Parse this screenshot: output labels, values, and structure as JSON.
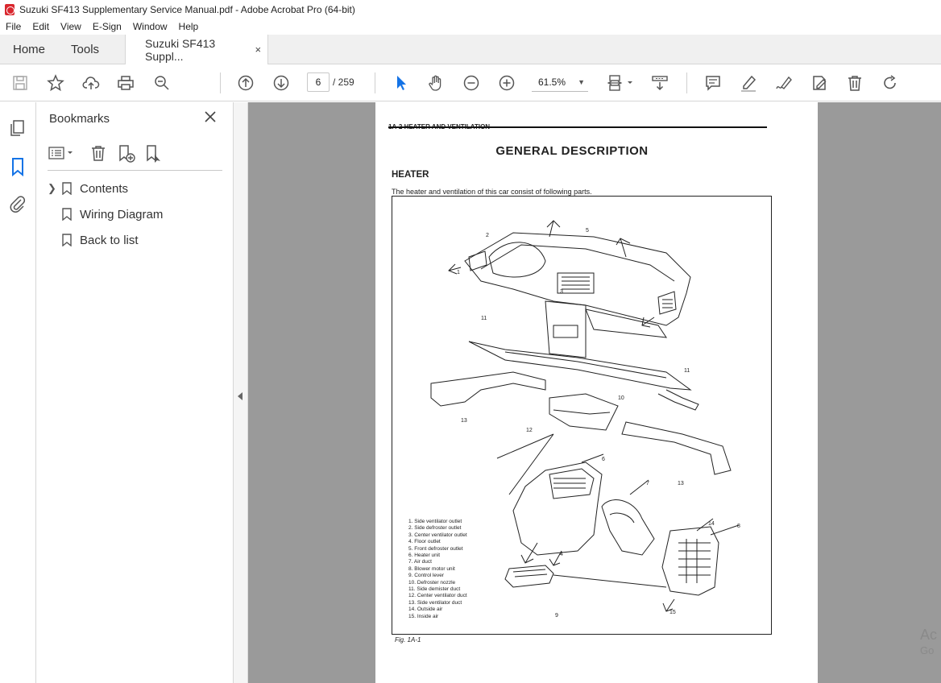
{
  "window": {
    "title": "Suzuki SF413 Supplementary Service Manual.pdf - Adobe Acrobat Pro (64-bit)"
  },
  "menu": [
    "File",
    "Edit",
    "View",
    "E-Sign",
    "Window",
    "Help"
  ],
  "tabs": {
    "home": "Home",
    "tools": "Tools",
    "document": "Suzuki SF413 Suppl...",
    "close": "×"
  },
  "toolbar": {
    "page_current": "6",
    "page_total": "/  259",
    "zoom": "61.5%"
  },
  "bookmarks": {
    "title": "Bookmarks",
    "items": [
      {
        "label": "Contents",
        "expandable": true
      },
      {
        "label": "Wiring Diagram",
        "expandable": false
      },
      {
        "label": "Back to list",
        "expandable": false
      }
    ]
  },
  "document_page": {
    "header": "1A-2  HEATER AND VENTILATION",
    "title": "GENERAL  DESCRIPTION",
    "subtitle": "HEATER",
    "intro": "The heater and ventilation of this car consist of following parts.",
    "legend": [
      "1.   Side ventilator outlet",
      "2.   Side defroster outlet",
      "3.   Center ventilator outlet",
      "4.   Floor outlet",
      "5.   Front defroster outlet",
      "6.   Heater unit",
      "7.   Air duct",
      "8.   Blower motor unit",
      "9.   Control lever",
      "10.  Defroster nozzle",
      "11.  Side demister duct",
      "12.  Center ventilator duct",
      "13.  Side ventilator duct",
      "14.  Outside air",
      "15.  Inside air"
    ],
    "callouts": [
      "1",
      "2",
      "3",
      "4",
      "5",
      "6",
      "7",
      "8",
      "9",
      "10",
      "11",
      "11",
      "12",
      "13",
      "13",
      "14",
      "15"
    ],
    "caption": "Fig. 1A-1"
  },
  "watermark": {
    "line1": "Ac",
    "line2": "Go"
  }
}
